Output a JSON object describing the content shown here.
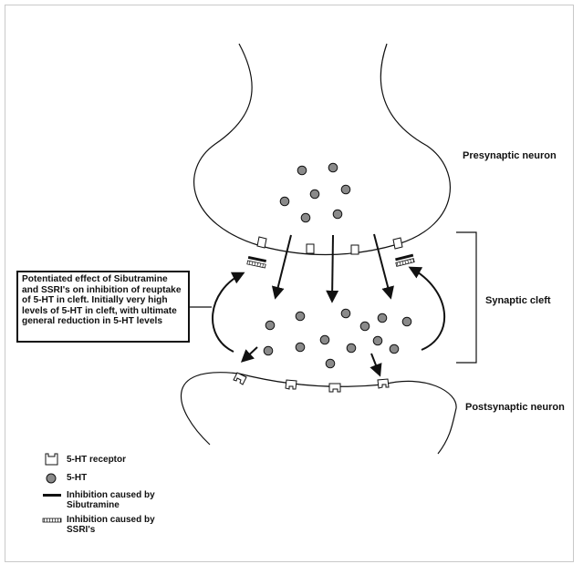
{
  "labels": {
    "presynaptic": "Presynaptic neuron",
    "synaptic_cleft": "Synaptic cleft",
    "postsynaptic": "Postsynaptic neuron"
  },
  "callout": {
    "text": "Potentiated effect of Sibutramine and SSRI's on inhibition of reuptake of 5-HT in cleft. Initially very high levels of 5-HT in cleft, with ultimate general reduction in 5-HT levels"
  },
  "legend": {
    "receptor": "5-HT receptor",
    "serotonin": "5-HT",
    "sibutramine": "Inhibition caused by Sibutramine",
    "ssri": "Inhibition caused by SSRI's"
  },
  "colors": {
    "molecule_fill": "#8a8a8a",
    "stroke": "#111111"
  }
}
